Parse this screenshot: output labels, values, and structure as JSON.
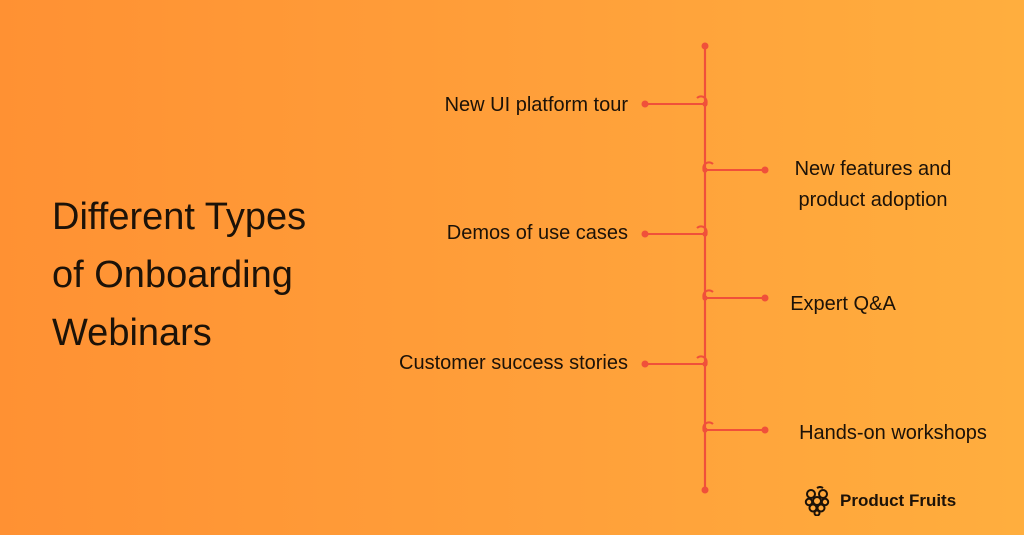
{
  "title": "Different Types\nof Onboarding\nWebinars",
  "left_items": [
    {
      "label": "New UI platform tour"
    },
    {
      "label": "Demos of use cases"
    },
    {
      "label": "Customer success stories"
    }
  ],
  "right_items": [
    {
      "label": "New features and\nproduct adoption"
    },
    {
      "label": "Expert Q&A"
    },
    {
      "label": "Hands-on workshops"
    }
  ],
  "brand": {
    "name": "Product Fruits",
    "icon": "grape-cluster-icon"
  },
  "colors": {
    "line": "#F0503A",
    "text": "#1c1208"
  }
}
